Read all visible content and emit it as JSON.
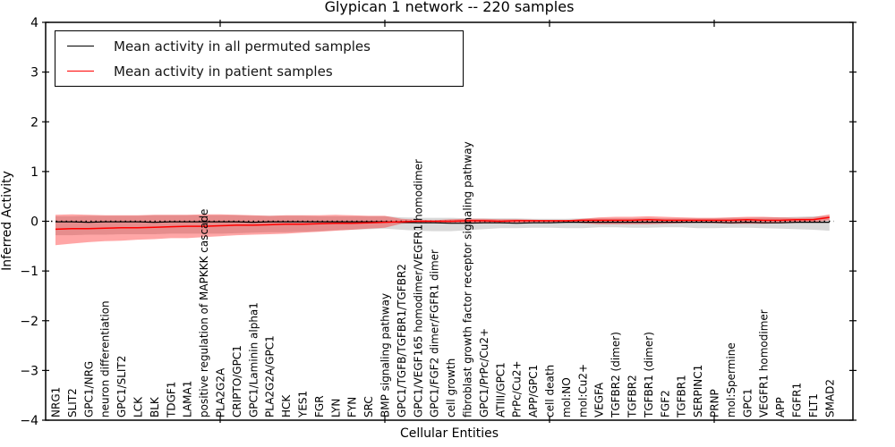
{
  "title": "Glypican 1 network -- 220 samples",
  "axes": {
    "xlabel": "Cellular Entities",
    "ylabel": "Inferred Activity"
  },
  "legend": {
    "entries": [
      {
        "label": "Mean activity in all permuted samples",
        "color": "#000000"
      },
      {
        "label": "Mean activity in patient samples",
        "color": "#ff0000"
      }
    ]
  },
  "chart_data": {
    "type": "line",
    "title": "Glypican 1 network -- 220 samples",
    "xlabel": "Cellular Entities",
    "ylabel": "Inferred Activity",
    "ylim": [
      -4,
      4
    ],
    "yticks": [
      -4,
      -3,
      -2,
      -1,
      0,
      1,
      2,
      3,
      4
    ],
    "x_major_tick_indices": [
      10,
      20,
      30,
      40
    ],
    "grid": false,
    "legend_position": "upper left",
    "zero_reference_line": {
      "y": 0,
      "style": "dotted",
      "color": "#000000"
    },
    "categories": [
      "NRG1",
      "SLIT2",
      "GPC1/NRG",
      "neuron differentiation",
      "GPC1/SLIT2",
      "LCK",
      "BLK",
      "TDGF1",
      "LAMA1",
      "positive regulation of MAPKKK cascade",
      "PLA2G2A",
      "CRIPTO/GPC1",
      "GPC1/Laminin alpha1",
      "PLA2G2A/GPC1",
      "HCK",
      "YES1",
      "FGR",
      "LYN",
      "FYN",
      "SRC",
      "BMP signaling pathway",
      "GPC1/TGFB/TGFBR1/TGFBR2",
      "GPC1/VEGF165 homodimer/VEGFR1 homodimer",
      "GPC1/FGF2 dimer/FGFR1 dimer",
      "cell growth",
      "fibroblast growth factor receptor signaling pathway",
      "GPC1/PrPc/Cu2+",
      "ATIII/GPC1",
      "PrPc/Cu2+",
      "APP/GPC1",
      "cell death",
      "mol:NO",
      "mol:Cu2+",
      "VEGFA",
      "TGFBR2 (dimer)",
      "TGFBR2",
      "TGFBR1 (dimer)",
      "FGF2",
      "TGFBR1",
      "SERPINC1",
      "PRNP",
      "mol:Spermine",
      "GPC1",
      "VEGFR1 homodimer",
      "APP",
      "FGFR1",
      "FLT1",
      "SMAD2"
    ],
    "series": [
      {
        "name": "Mean activity in all permuted samples",
        "color": "#000000",
        "band_color": "#000000",
        "band_alpha": 0.15,
        "values": [
          -0.01,
          -0.01,
          -0.02,
          -0.01,
          -0.01,
          -0.01,
          -0.02,
          -0.01,
          -0.01,
          -0.01,
          -0.01,
          -0.01,
          -0.02,
          -0.01,
          -0.01,
          -0.01,
          -0.01,
          -0.01,
          -0.01,
          -0.01,
          -0.01,
          -0.02,
          -0.03,
          -0.03,
          -0.04,
          -0.04,
          -0.03,
          -0.03,
          -0.04,
          -0.03,
          -0.03,
          -0.02,
          -0.02,
          -0.02,
          -0.02,
          -0.02,
          -0.02,
          -0.02,
          -0.02,
          -0.02,
          -0.02,
          -0.03,
          -0.02,
          -0.03,
          -0.03,
          -0.02,
          -0.02,
          -0.02
        ],
        "band_hi": [
          0.1,
          0.1,
          0.11,
          0.11,
          0.11,
          0.11,
          0.12,
          0.12,
          0.12,
          0.12,
          0.12,
          0.12,
          0.11,
          0.11,
          0.11,
          0.11,
          0.1,
          0.1,
          0.1,
          0.1,
          0.1,
          0.08,
          0.07,
          0.07,
          0.07,
          0.06,
          0.06,
          0.06,
          0.06,
          0.05,
          0.05,
          0.05,
          0.06,
          0.06,
          0.06,
          0.06,
          0.07,
          0.06,
          0.06,
          0.06,
          0.06,
          0.07,
          0.07,
          0.08,
          0.08,
          0.09,
          0.1,
          0.11
        ],
        "band_lo": [
          -0.28,
          -0.28,
          -0.27,
          -0.27,
          -0.26,
          -0.26,
          -0.26,
          -0.25,
          -0.25,
          -0.25,
          -0.25,
          -0.24,
          -0.23,
          -0.22,
          -0.22,
          -0.21,
          -0.2,
          -0.18,
          -0.17,
          -0.16,
          -0.15,
          -0.17,
          -0.19,
          -0.2,
          -0.2,
          -0.18,
          -0.16,
          -0.14,
          -0.14,
          -0.13,
          -0.13,
          -0.14,
          -0.14,
          -0.12,
          -0.12,
          -0.13,
          -0.13,
          -0.12,
          -0.12,
          -0.14,
          -0.14,
          -0.13,
          -0.13,
          -0.14,
          -0.15,
          -0.16,
          -0.17,
          -0.19
        ]
      },
      {
        "name": "Mean activity in patient samples",
        "color": "#ff0000",
        "band_color": "#ff0000",
        "band_alpha": 0.35,
        "values": [
          -0.16,
          -0.15,
          -0.15,
          -0.14,
          -0.13,
          -0.13,
          -0.12,
          -0.11,
          -0.1,
          -0.1,
          -0.09,
          -0.08,
          -0.08,
          -0.07,
          -0.06,
          -0.06,
          -0.05,
          -0.04,
          -0.04,
          -0.03,
          -0.02,
          -0.01,
          0.0,
          0.0,
          0.0,
          0.01,
          0.01,
          0.0,
          0.01,
          0.01,
          0.01,
          0.01,
          0.02,
          0.02,
          0.02,
          0.02,
          0.03,
          0.02,
          0.02,
          0.02,
          0.02,
          0.02,
          0.03,
          0.02,
          0.02,
          0.03,
          0.03,
          0.08
        ],
        "band_hi": [
          0.13,
          0.14,
          0.13,
          0.12,
          0.12,
          0.12,
          0.13,
          0.13,
          0.13,
          0.14,
          0.14,
          0.13,
          0.12,
          0.11,
          0.12,
          0.12,
          0.12,
          0.13,
          0.12,
          0.11,
          0.11,
          0.05,
          0.03,
          0.02,
          0.04,
          0.05,
          0.05,
          0.04,
          0.04,
          0.03,
          0.02,
          0.02,
          0.05,
          0.08,
          0.09,
          0.09,
          0.1,
          0.09,
          0.08,
          0.07,
          0.07,
          0.08,
          0.09,
          0.09,
          0.08,
          0.07,
          0.08,
          0.14
        ],
        "band_lo": [
          -0.48,
          -0.45,
          -0.42,
          -0.4,
          -0.39,
          -0.37,
          -0.36,
          -0.34,
          -0.34,
          -0.32,
          -0.3,
          -0.28,
          -0.27,
          -0.26,
          -0.25,
          -0.23,
          -0.21,
          -0.19,
          -0.17,
          -0.15,
          -0.13,
          -0.05,
          -0.03,
          -0.02,
          -0.04,
          -0.05,
          -0.04,
          -0.04,
          -0.03,
          -0.02,
          -0.02,
          -0.01,
          -0.04,
          -0.06,
          -0.06,
          -0.06,
          -0.06,
          -0.05,
          -0.04,
          -0.03,
          -0.04,
          -0.05,
          -0.05,
          -0.05,
          -0.04,
          -0.03,
          -0.02,
          0.02
        ]
      }
    ]
  }
}
